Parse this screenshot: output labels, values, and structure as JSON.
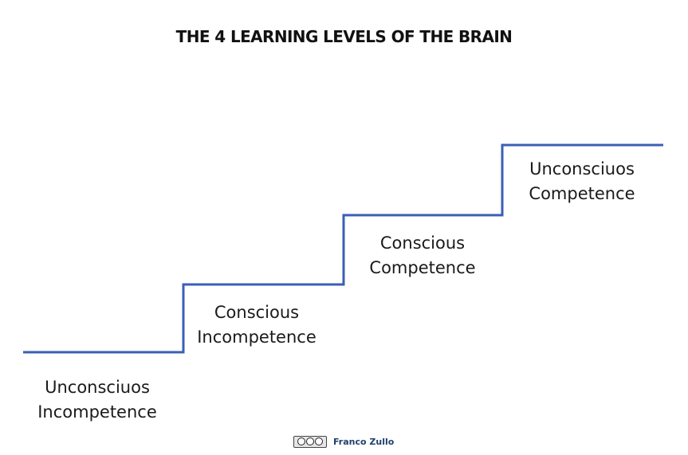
{
  "title": "THE 4 LEARNING LEVELS OF THE BRAIN",
  "line_color": "#3a5fb5",
  "levels": [
    {
      "line1": "Unconsciuos",
      "line2": "Incompetence"
    },
    {
      "line1": "Conscious",
      "line2": "Incompetence"
    },
    {
      "line1": "Conscious",
      "line2": "Competence"
    },
    {
      "line1": "Unconsciuos",
      "line2": "Competence"
    }
  ],
  "footer": {
    "license_icon": "cc-by-nc-sa-icon",
    "author": "Franco Zullo"
  }
}
